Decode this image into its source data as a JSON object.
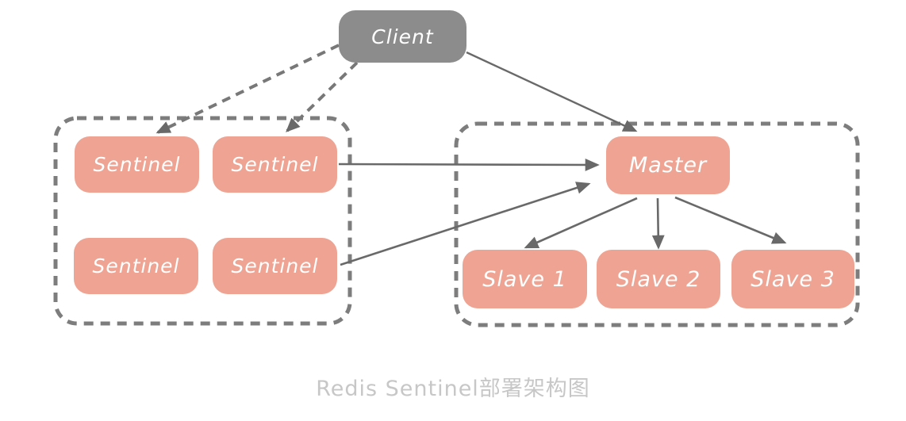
{
  "caption": "Redis Sentinel部署架构图",
  "client": {
    "label": "Client"
  },
  "sentinel_group": {
    "nodes": [
      {
        "label": "Sentinel"
      },
      {
        "label": "Sentinel"
      },
      {
        "label": "Sentinel"
      },
      {
        "label": "Sentinel"
      }
    ]
  },
  "master_group": {
    "master": {
      "label": "Master"
    },
    "slaves": [
      {
        "label": "Slave 1"
      },
      {
        "label": "Slave 2"
      },
      {
        "label": "Slave 3"
      }
    ]
  },
  "edges": [
    {
      "from": "client",
      "to": "sentinel-1",
      "style": "dashed"
    },
    {
      "from": "client",
      "to": "sentinel-2",
      "style": "dashed"
    },
    {
      "from": "client",
      "to": "master",
      "style": "solid"
    },
    {
      "from": "sentinel-2",
      "to": "master",
      "style": "solid"
    },
    {
      "from": "sentinel-4",
      "to": "master",
      "style": "solid"
    },
    {
      "from": "master",
      "to": "slave-1",
      "style": "solid"
    },
    {
      "from": "master",
      "to": "slave-2",
      "style": "solid"
    },
    {
      "from": "master",
      "to": "slave-3",
      "style": "solid"
    }
  ],
  "colors": {
    "node_fill": "#efa392",
    "client_fill": "#8c8c8c",
    "node_text": "#ffffff",
    "container_border": "#7d7d7d",
    "arrow": "#696969",
    "caption_text": "#c7c7c7"
  }
}
